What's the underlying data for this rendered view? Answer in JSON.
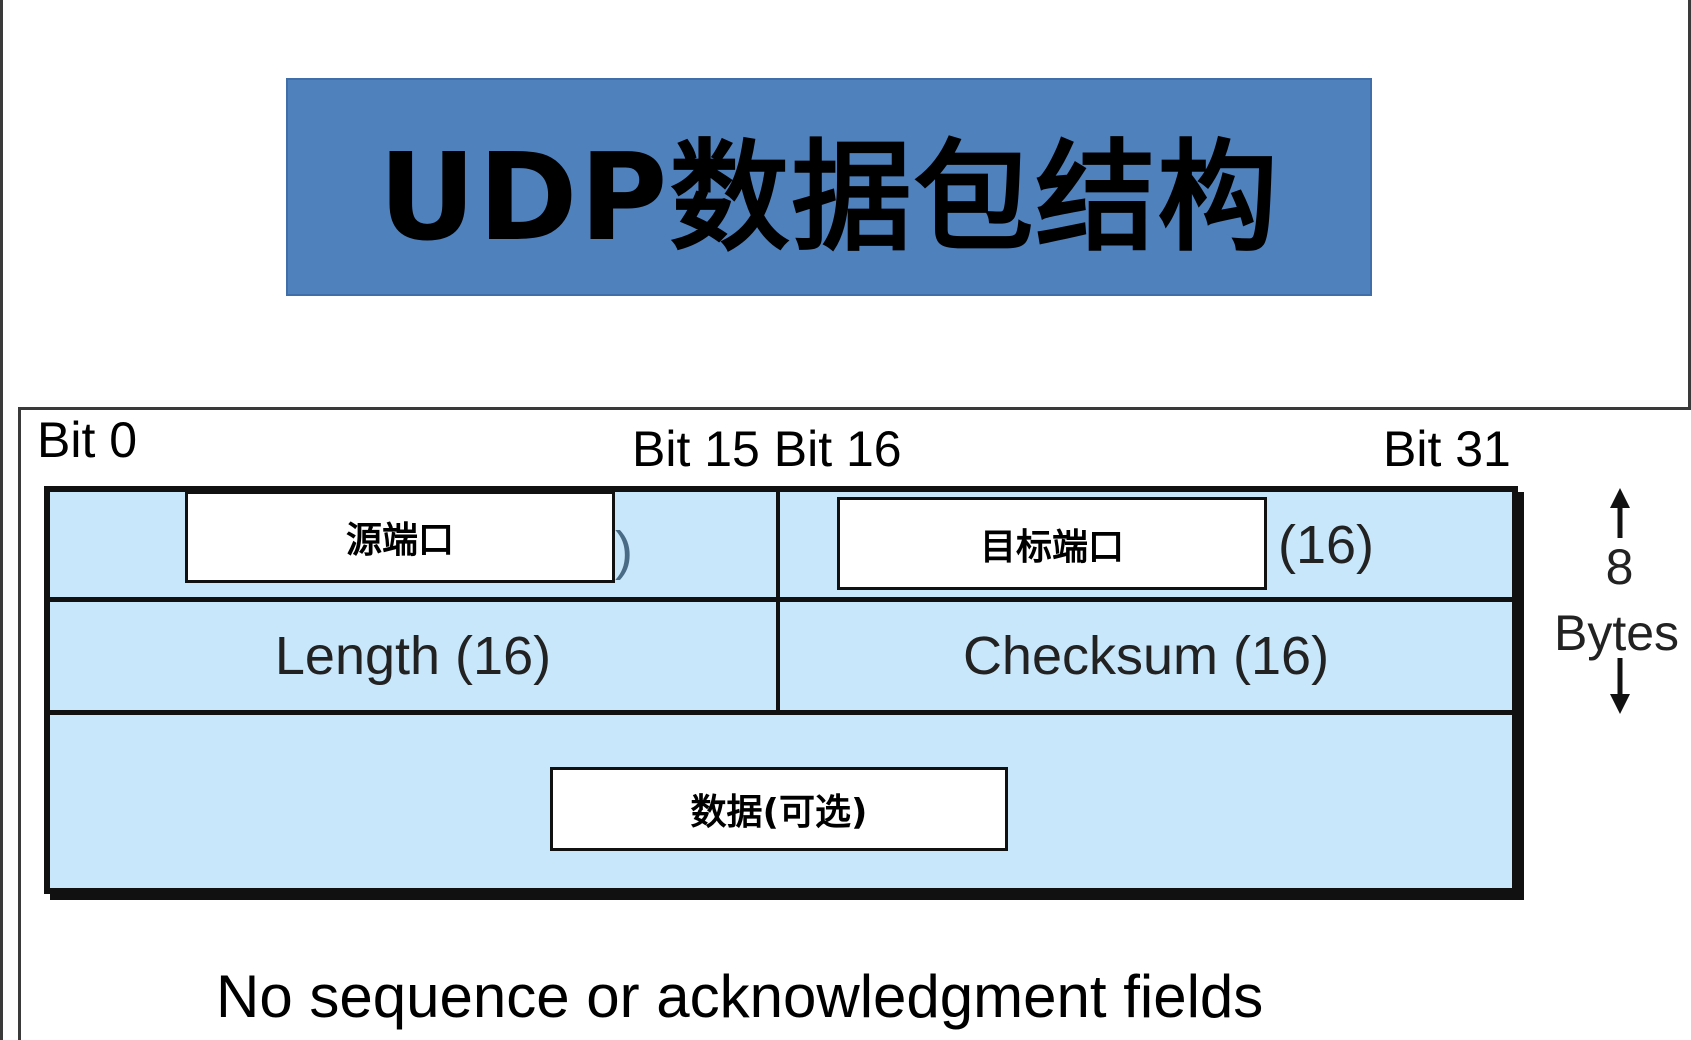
{
  "title": "UDP数据包结构",
  "colors": {
    "title_background": "#4f81bd",
    "field_background": "#c9e7fb",
    "border": "#111111"
  },
  "bit_labels": {
    "bit0": "Bit 0",
    "bit15_16": "Bit 15 Bit 16",
    "bit31": "Bit 31"
  },
  "fields": {
    "source_port": {
      "partial_visible": ")",
      "overlay": "源端口"
    },
    "destination_port": {
      "partial_visible": "(16)",
      "overlay": "目标端口"
    },
    "length": "Length (16)",
    "checksum": "Checksum (16)",
    "data": {
      "overlay": "数据(可选)"
    }
  },
  "size_annotation": {
    "value": "8",
    "unit": "Bytes",
    "icon": "up-down-arrow-icon"
  },
  "footer": "No sequence or acknowledgment  fields"
}
